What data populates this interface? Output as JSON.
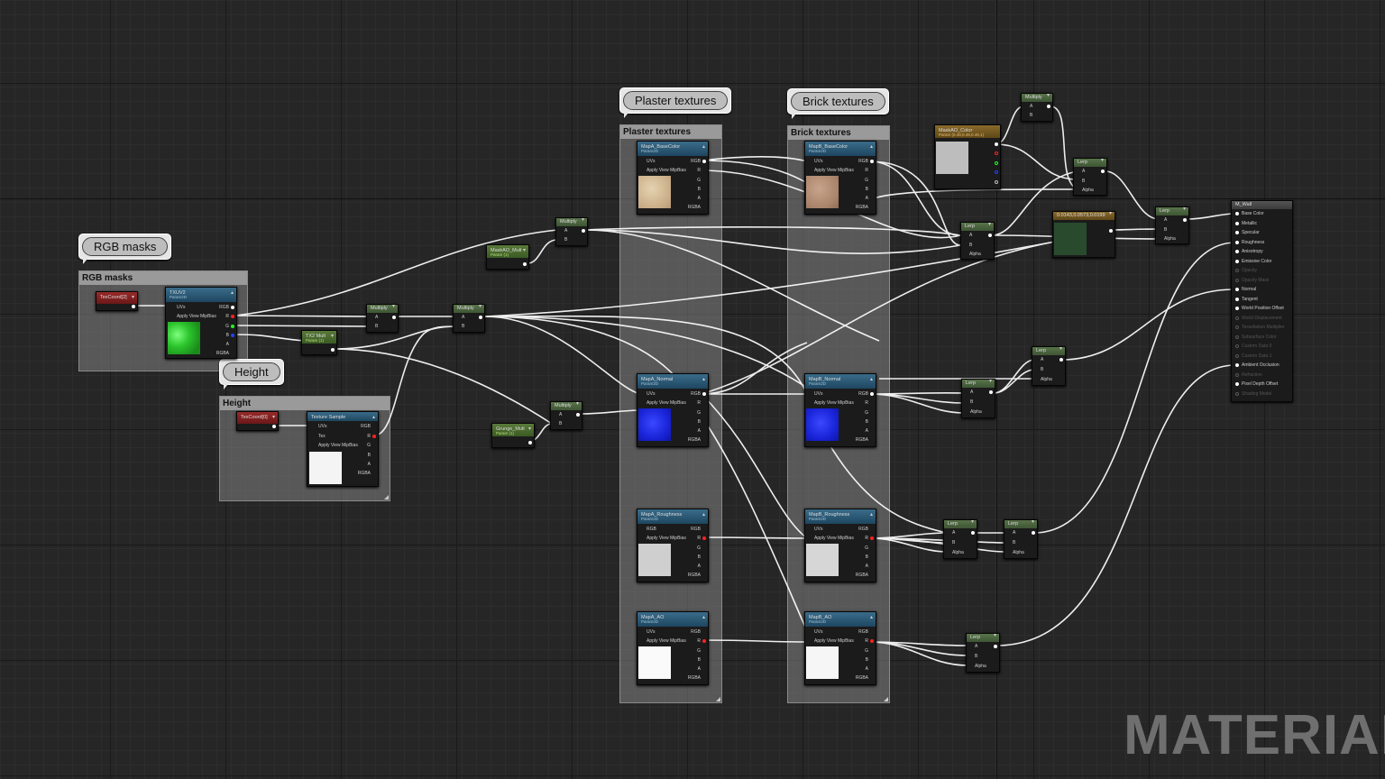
{
  "comments": [
    {
      "id": "rgb",
      "title": "RGB masks",
      "bubble": "RGB masks"
    },
    {
      "id": "height",
      "title": "Height",
      "bubble": "Height"
    },
    {
      "id": "plaster",
      "title": "Plaster textures",
      "bubble": "Plaster textures"
    },
    {
      "id": "brick",
      "title": "Brick textures",
      "bubble": "Brick textures"
    }
  ],
  "pins": {
    "uvs": "UVs",
    "apply": "Apply View MipBias",
    "rgb": "RGB",
    "r": "R",
    "g": "G",
    "b": "B",
    "a": "A",
    "rgba": "RGBA",
    "tex": "Tex",
    "alpha": "Alpha"
  },
  "nodes": {
    "texcoord2": "TexCoord[2]",
    "texcoord0": "TexCoord[0]",
    "txuv2": {
      "title": "TXUV2",
      "sub": "Param2D"
    },
    "tx2mult": {
      "title": "TX2 Mult",
      "sub": "Param (1)"
    },
    "texsample": {
      "title": "Texture Sample"
    },
    "mult1": "Multiply",
    "mult2": "Multiply",
    "mult3": "Multiply",
    "mult4": "Multiply",
    "mult5": "Multiply",
    "maskao_mult": {
      "title": "MaskAO_Mult",
      "sub": "Param (1)"
    },
    "grunge_mult": {
      "title": "Grunge_Mult",
      "sub": "Param (1)"
    },
    "mapA_basecolor": {
      "title": "MapA_BaseColor",
      "sub": "Param2D"
    },
    "mapA_normal": {
      "title": "MapA_Normal",
      "sub": "Param2D"
    },
    "mapA_roughness": {
      "title": "MapA_Roughness",
      "sub": "Param2D"
    },
    "mapA_ao": {
      "title": "MapA_AO",
      "sub": "Param2D"
    },
    "mapB_basecolor": {
      "title": "MapB_BaseColor",
      "sub": "Param2D"
    },
    "mapB_normal": {
      "title": "MapB_Normal",
      "sub": "Param2D"
    },
    "mapB_roughness": {
      "title": "MapB_Roughness",
      "sub": "Param2D"
    },
    "mapB_ao": {
      "title": "MapB_AO",
      "sub": "Param2D"
    },
    "maskao_color": {
      "title": "MaskAO_Color",
      "sub": "Param (0.49,0.49,0.49,1)"
    },
    "green_const": {
      "title": "0.0143,0.0573,0.0199"
    },
    "lerp": "Lerp",
    "mat": {
      "title": "M_Wall",
      "inputs": [
        "Base Color",
        "Metallic",
        "Specular",
        "Roughness",
        "Anisotropy",
        "Emissive Color",
        "Opacity",
        "Opacity Mask",
        "Normal",
        "Tangent",
        "World Position Offset",
        "World Displacement",
        "Tessellation Multiplier",
        "Subsurface Color",
        "Custom Data 0",
        "Custom Data 1",
        "Ambient Occlusion",
        "Refraction",
        "Pixel Depth Offset",
        "Shading Model"
      ],
      "enabled": [
        true,
        true,
        true,
        true,
        true,
        true,
        false,
        false,
        true,
        true,
        true,
        false,
        false,
        false,
        false,
        false,
        true,
        false,
        true,
        false
      ]
    }
  },
  "watermark": "MATERIAL",
  "colors": {
    "bg": "#262626",
    "texHeader": "#2f5f7d",
    "paramGreen": "#58734a",
    "texCoordRed": "#9a2a2a",
    "wire": "#ffffff",
    "pinR": "#ff2a2a",
    "pinG": "#2aff2a",
    "pinB": "#2a4aff"
  }
}
